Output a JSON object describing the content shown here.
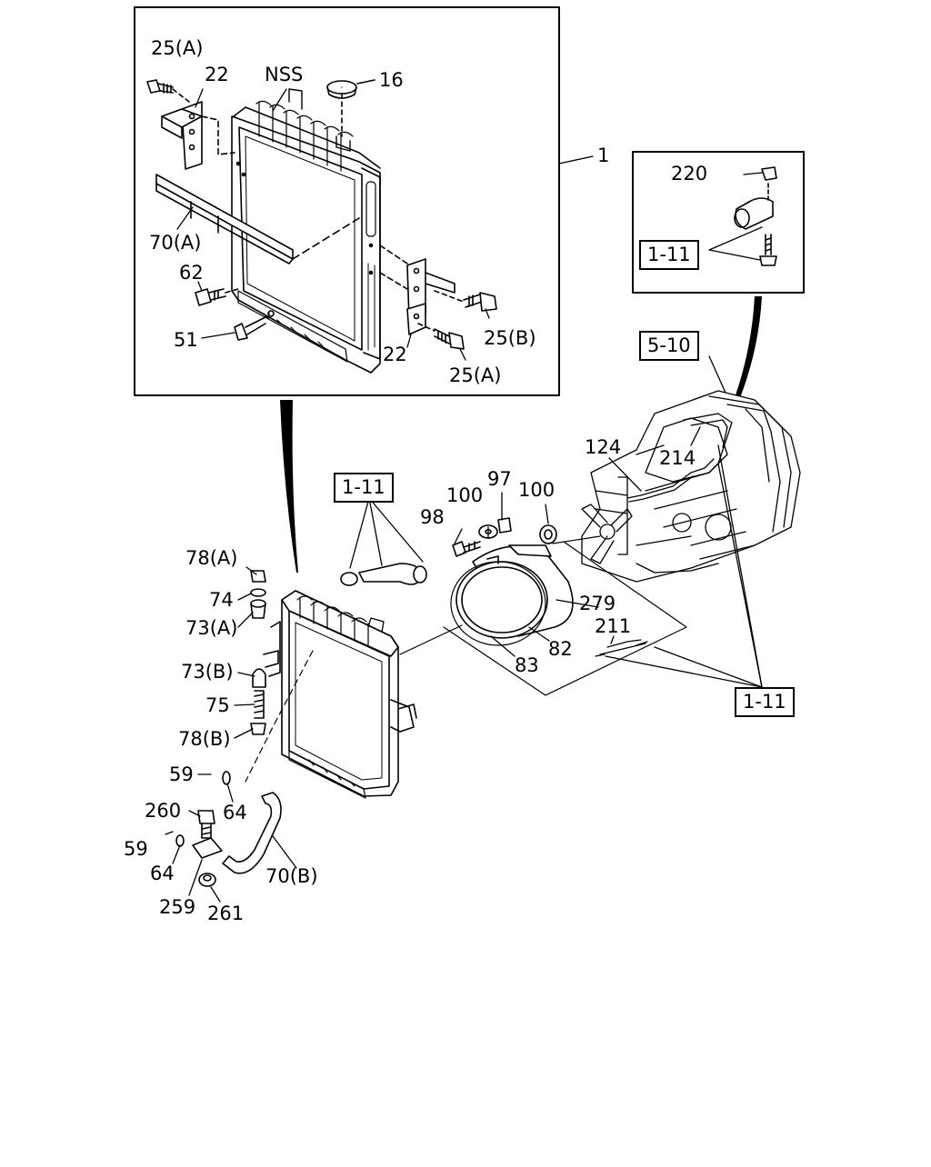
{
  "diagram": {
    "callouts": {
      "c25a_top": "25(A)",
      "c22_top": "22",
      "nss": "NSS",
      "c16": "16",
      "c1": "1",
      "c70a": "70(A)",
      "c62": "62",
      "c51": "51",
      "c25b": "25(B)",
      "c22_bot": "22",
      "c25a_bot": "25(A)",
      "c220": "220",
      "c124": "124",
      "c214": "214",
      "c97": "97",
      "c100a": "100",
      "c100b": "100",
      "c98": "98",
      "c78a": "78(A)",
      "c74": "74",
      "c73a": "73(A)",
      "c73b": "73(B)",
      "c75": "75",
      "c78b": "78(B)",
      "c59a": "59",
      "c64a": "64",
      "c260": "260",
      "c59b": "59",
      "c64b": "64",
      "c70b": "70(B)",
      "c259": "259",
      "c261": "261",
      "c279": "279",
      "c82": "82",
      "c83": "83",
      "c211": "211"
    },
    "refs": {
      "r111_inset": "1-11",
      "r510": "5-10",
      "r111_hose": "1-11",
      "r111_right": "1-11"
    }
  }
}
